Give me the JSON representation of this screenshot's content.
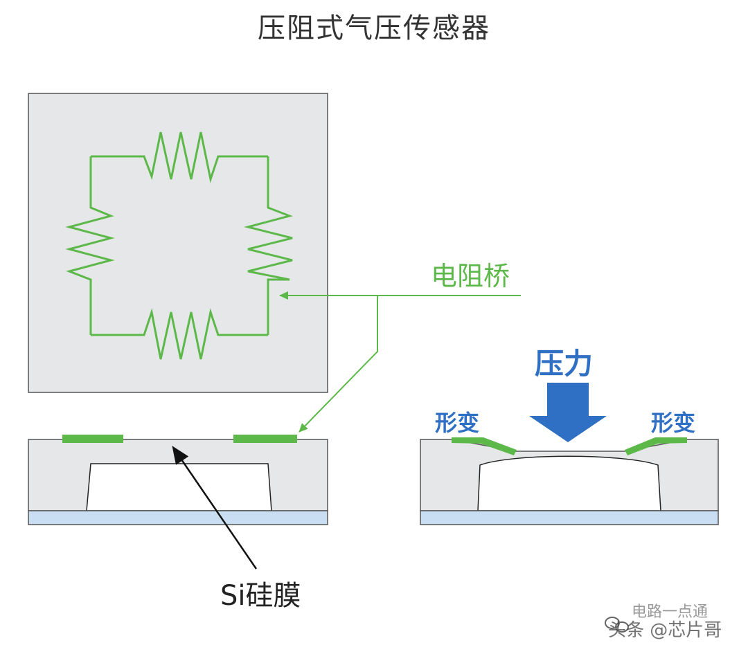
{
  "title": "压阻式气压传感器",
  "labels": {
    "bridge": "电阻桥",
    "force": "压力",
    "deform_left": "形变",
    "deform_right": "形变",
    "membrane": "Si硅膜"
  },
  "watermark": {
    "text": "头条 @芯片哥",
    "overlay": "电路一点通"
  },
  "colors": {
    "resistor_green": "#5db84a",
    "force_blue": "#2f6fc4",
    "body_gray": "#e5e7e8",
    "substrate_blue": "#c9def2"
  }
}
